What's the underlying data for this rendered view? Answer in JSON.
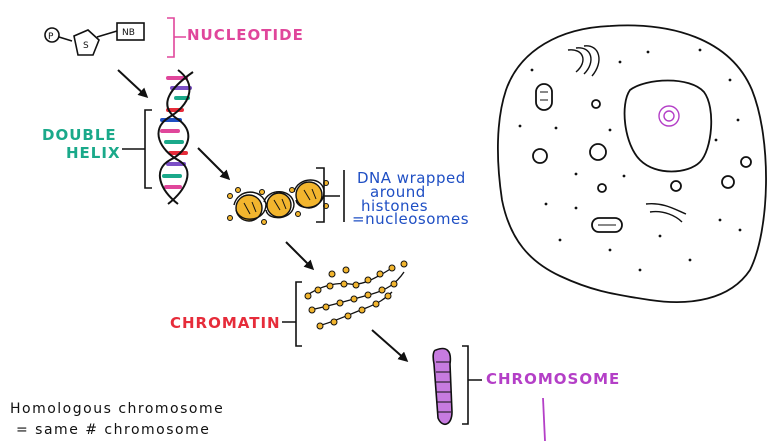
{
  "labels": {
    "nucleotide": "NUCLEOTIDE",
    "double_helix_line1": "DOUBLE",
    "double_helix_line2": "HELIX",
    "chromatin": "CHROMATIN",
    "chromosome": "CHROMOSOME"
  },
  "nucleosome_note": {
    "line1": "DNA wrapped",
    "line2": "around",
    "line3": "histones",
    "line4": "=nucleosomes"
  },
  "nucleotide_parts": {
    "phosphate": "P",
    "sugar": "S",
    "base": "NB"
  },
  "homologous_note": {
    "line1": "Homologous chromosome",
    "line2": "= same # chromosome"
  },
  "colors": {
    "nucleotide": "#e0469b",
    "double_helix": "#1aa98a",
    "chromatin": "#e62c3a",
    "chromosome": "#b43fc7",
    "nucleosome_note": "#1f4fc4",
    "histone_fill": "#f2b52e"
  }
}
